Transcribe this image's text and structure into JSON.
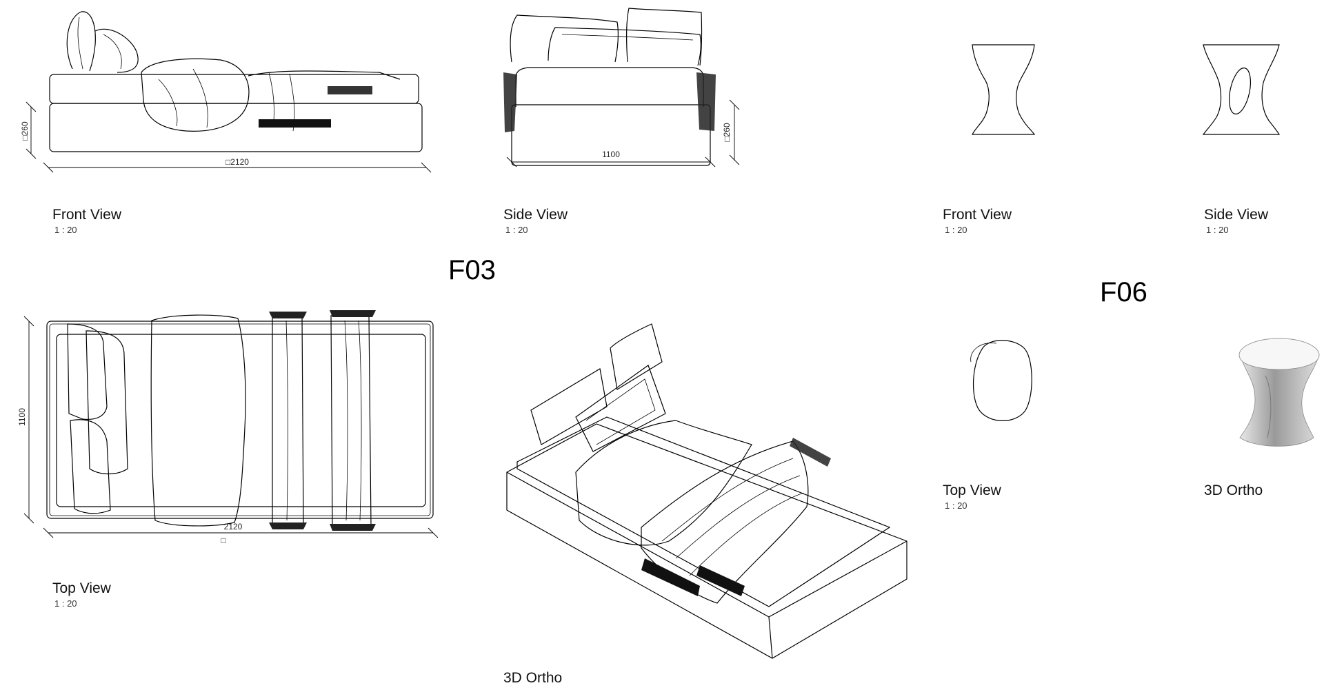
{
  "sheets": [
    {
      "code": "F03",
      "views": [
        {
          "key": "front",
          "title": "Front View",
          "scale": "1 : 20"
        },
        {
          "key": "side",
          "title": "Side View",
          "scale": "1 : 20"
        },
        {
          "key": "top",
          "title": "Top View",
          "scale": "1 : 20"
        },
        {
          "key": "ortho",
          "title": "3D Ortho",
          "scale": ""
        }
      ],
      "dimensions": {
        "front_height": "260",
        "front_length": "2120",
        "side_width": "1100",
        "side_height": "260",
        "top_width": "1100",
        "top_length": "2120"
      }
    },
    {
      "code": "F06",
      "views": [
        {
          "key": "front",
          "title": "Front View",
          "scale": "1 : 20"
        },
        {
          "key": "side",
          "title": "Side View",
          "scale": "1 : 20"
        },
        {
          "key": "top",
          "title": "Top View",
          "scale": "1 : 20"
        },
        {
          "key": "ortho",
          "title": "3D Ortho",
          "scale": ""
        }
      ]
    }
  ],
  "prefix_mark": "□"
}
